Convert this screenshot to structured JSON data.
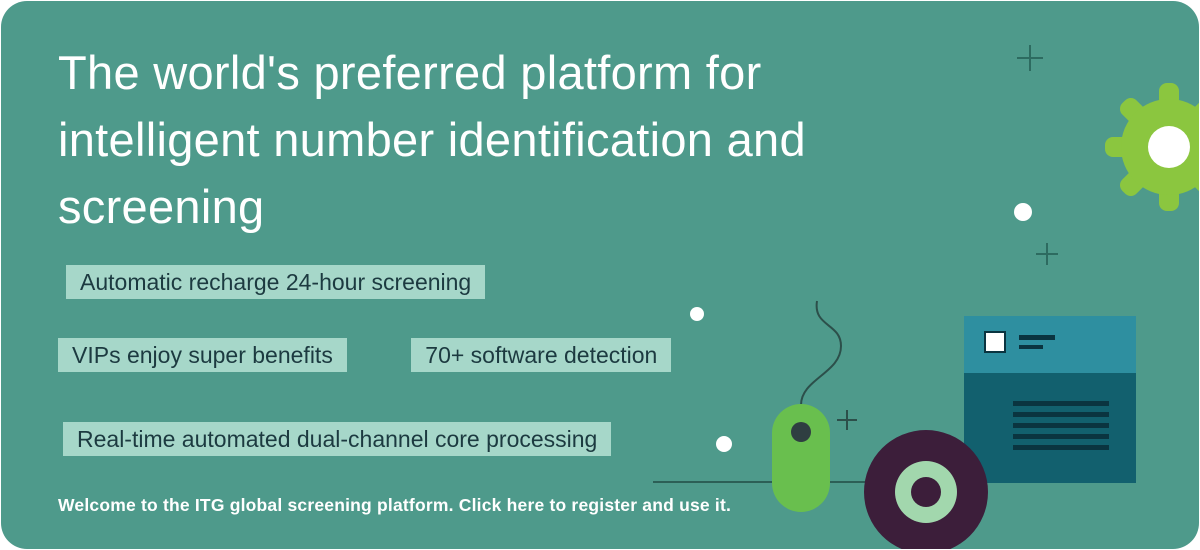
{
  "banner": {
    "heading": "The world's preferred platform for intelligent number identification and screening",
    "tags": [
      "Automatic recharge 24-hour screening",
      "VIPs enjoy super benefits",
      "70+ software detection",
      "Real-time automated dual-channel core processing"
    ],
    "footer": "Welcome to the ITG global screening platform. Click here to register and use it."
  },
  "colors": {
    "banner_background": "#4e9a8b",
    "tag_background": "#a6d7c9",
    "tag_text": "#1c3a40",
    "heading_text": "#ffffff",
    "footer_text": "#ffffff",
    "gear_green": "#8bc63f",
    "mouse_green": "#69bf4e",
    "computer_body": "#12606e",
    "computer_header": "#2e8fa0",
    "computer_vents": "#0a3440",
    "wheel_outer": "#3c1e3a",
    "wheel_ring": "#a2d7ad",
    "line_accent": "#2d6b60"
  },
  "illustration_icons": [
    "gear-icon",
    "computer-icon",
    "mouse-icon",
    "wheel-icon",
    "plus-icon",
    "dot-icon"
  ]
}
